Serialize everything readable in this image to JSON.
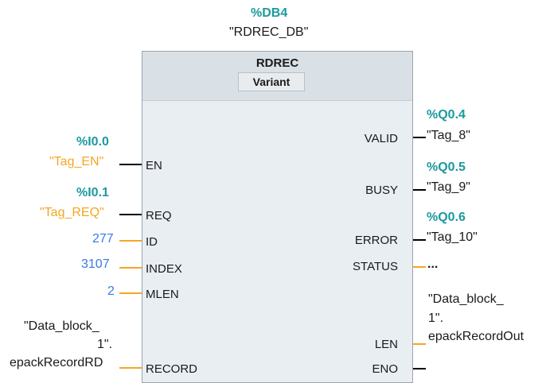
{
  "instance": {
    "db": "%DB4",
    "db_symbol": "\"RDREC_DB\""
  },
  "block": {
    "name": "RDREC",
    "variant": "Variant"
  },
  "inputs": {
    "en": {
      "pin": "EN",
      "address": "%I0.0",
      "tag": "\"Tag_EN\""
    },
    "req": {
      "pin": "REQ",
      "address": "%I0.1",
      "tag": "\"Tag_REQ\""
    },
    "id": {
      "pin": "ID",
      "value": "277"
    },
    "index": {
      "pin": "INDEX",
      "value": "3107"
    },
    "mlen": {
      "pin": "MLEN",
      "value": "2"
    },
    "record": {
      "pin": "RECORD",
      "tag_line1": "\"Data_block_",
      "tag_line2": "1\".",
      "tag_line3": "epackRecordRD"
    }
  },
  "outputs": {
    "valid": {
      "pin": "VALID",
      "address": "%Q0.4",
      "tag": "\"Tag_8\""
    },
    "busy": {
      "pin": "BUSY",
      "address": "%Q0.5",
      "tag": "\"Tag_9\""
    },
    "error": {
      "pin": "ERROR",
      "address": "%Q0.6",
      "tag": "\"Tag_10\""
    },
    "status": {
      "pin": "STATUS",
      "value": "..."
    },
    "len": {
      "pin": "LEN",
      "tag_line1": "\"Data_block_",
      "tag_line2": "1\".",
      "tag_line3": "epackRecordOut"
    },
    "eno": {
      "pin": "ENO"
    }
  },
  "colors": {
    "address": "#1b9aa0",
    "tag_input": "#f5a623",
    "constant": "#3b78e7",
    "wire_bool": "#000000",
    "wire_data": "#f5a623",
    "block_fill": "#e9eef2"
  }
}
